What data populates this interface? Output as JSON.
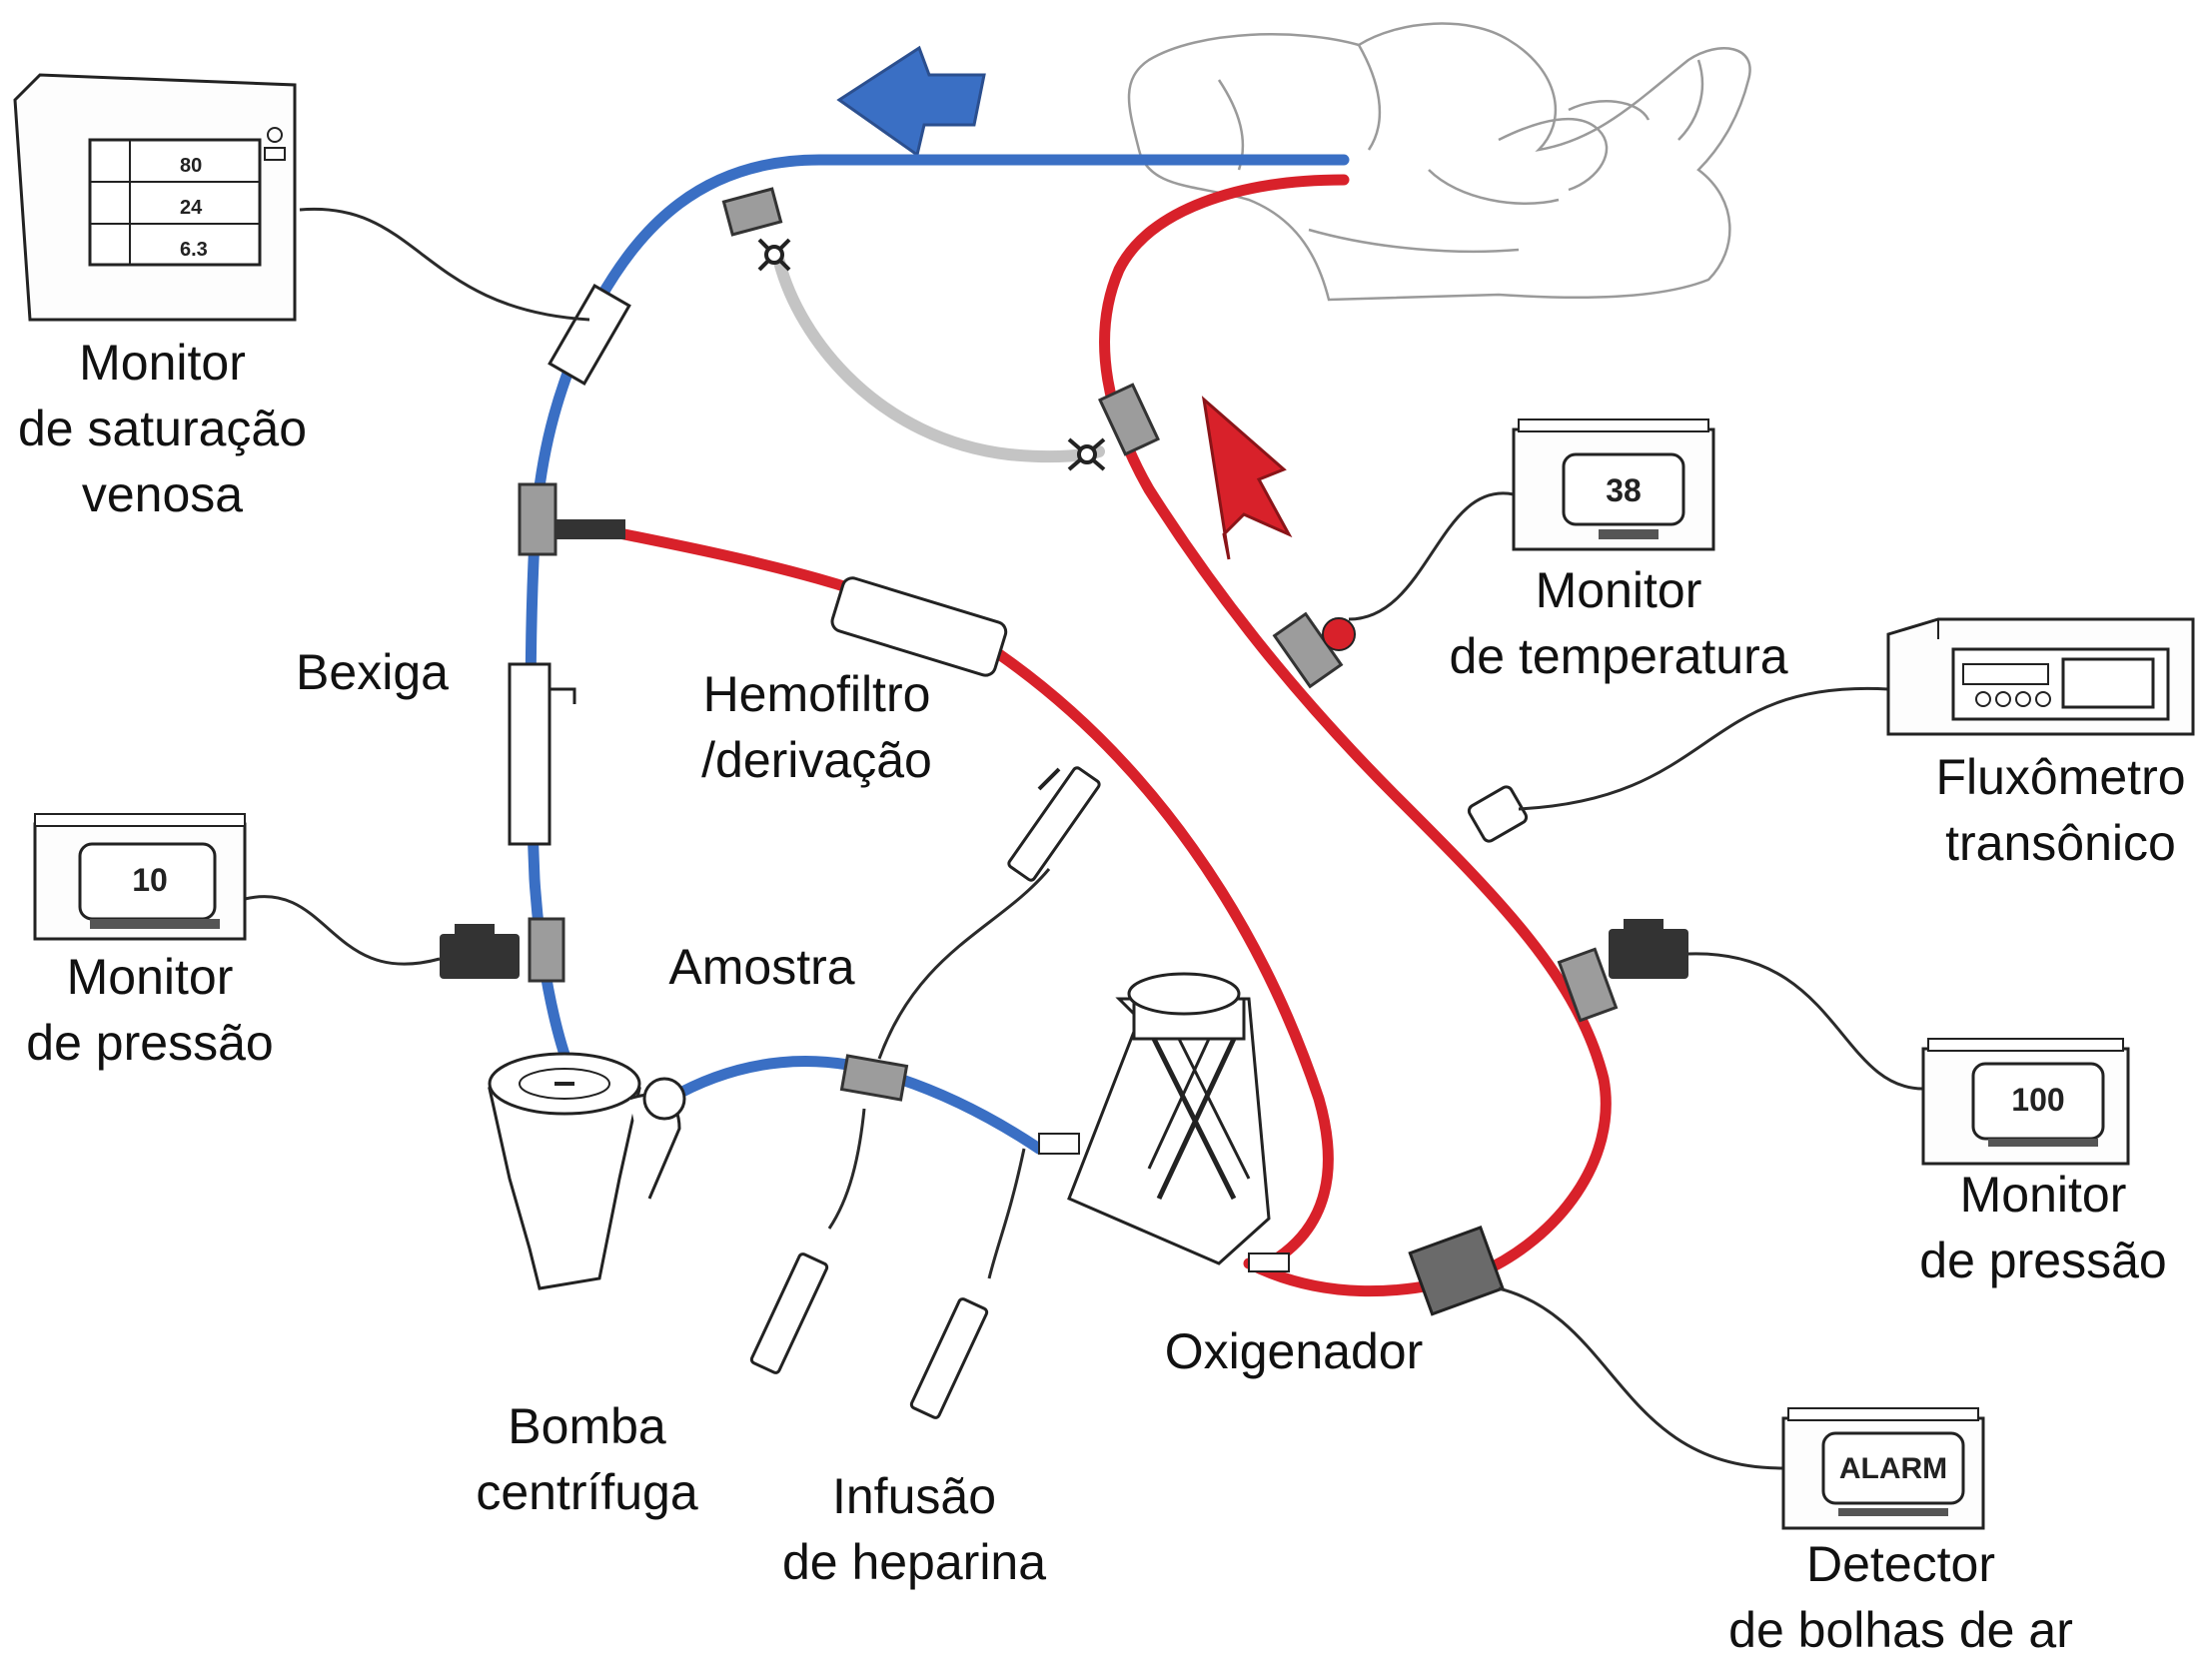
{
  "labels": {
    "venous_sat": [
      "Monitor",
      "de saturação",
      "venosa"
    ],
    "bladder": "Bexiga",
    "hemofilter": [
      "Hemofiltro",
      "/derivação"
    ],
    "sample": "Amostra",
    "pressure_left": [
      "Monitor",
      "de pressão"
    ],
    "centrifugal_pump": [
      "Bomba",
      "centrífuga"
    ],
    "heparin": [
      "Infusão",
      "de heparina"
    ],
    "oxygenator": "Oxigenador",
    "temperature": [
      "Monitor",
      "de temperatura"
    ],
    "flowmeter": [
      "Fluxômetro",
      "transônico"
    ],
    "pressure_right": [
      "Monitor",
      "de pressão"
    ],
    "bubble_detector": [
      "Detector",
      "de bolhas de ar"
    ]
  },
  "screens": {
    "pressure_left": "10",
    "temperature": "38",
    "pressure_right": "100",
    "bubble": "ALARM",
    "venous_rows": [
      "80",
      "24",
      "6.3"
    ]
  },
  "colors": {
    "venous_line": "#3a6fc4",
    "arterial_line": "#d8212a",
    "bridge_line": "#c4c4c4",
    "connector": "#9c9c9c"
  }
}
